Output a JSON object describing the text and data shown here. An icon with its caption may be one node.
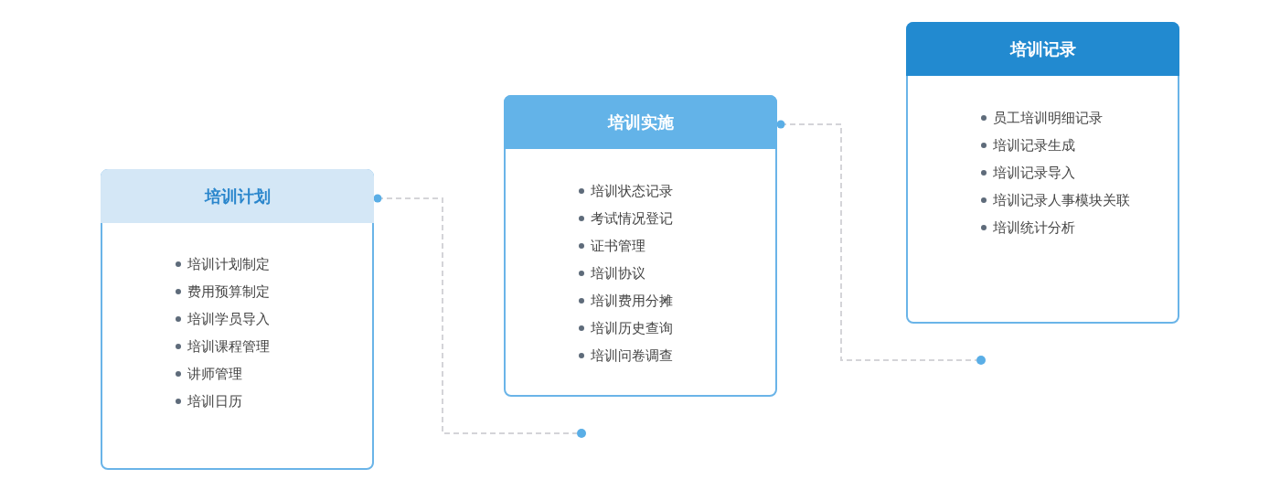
{
  "diagram": {
    "nodes": [
      {
        "text": [
          "培训计划",
          "培训计划制定",
          "费用预算制定",
          "培训学员导入",
          "培训课程管理",
          "讲师管理",
          "培训日历"
        ]
      },
      {
        "text": [
          "培训实施",
          "培训状态记录",
          "考试情况登记",
          "证书管理",
          "培训协议",
          "培训费用分摊",
          "培训历史查询",
          "培训问卷调查"
        ]
      },
      {
        "text": [
          "培训记录",
          "员工培训明细记录",
          "培训记录生成",
          "培训记录导入",
          "培训记录人事模块关联",
          "培训统计分析"
        ]
      },
      {
        "text": [],
        "shape": "circle"
      },
      {
        "text": [],
        "shape": "circle"
      }
    ],
    "edges": [
      {
        "from": 0,
        "to": 3,
        "arrow": "other",
        "style": "dashed"
      },
      {
        "from": 1,
        "to": 4,
        "arrow": "other",
        "style": "dashed"
      }
    ]
  }
}
